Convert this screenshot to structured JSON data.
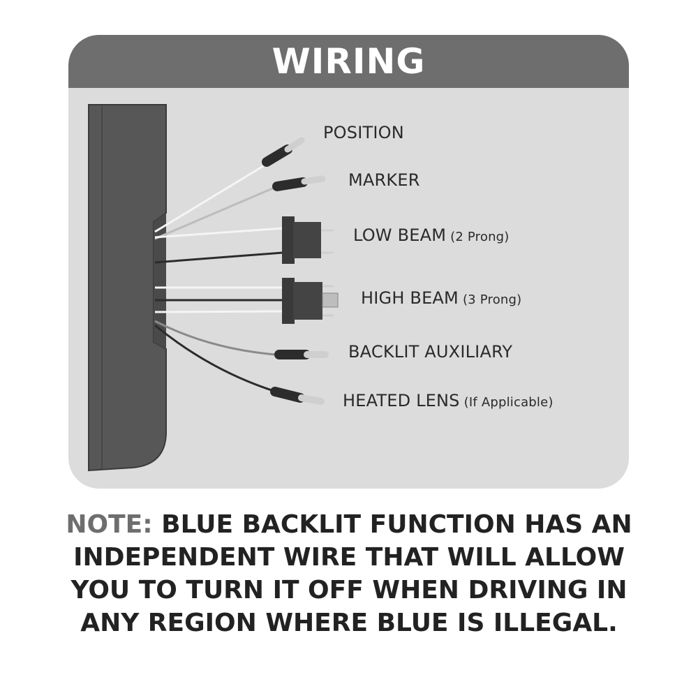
{
  "header": {
    "title": "WIRING"
  },
  "labels": {
    "position": "POSITION",
    "marker": "MARKER",
    "low_beam": "LOW BEAM",
    "low_beam_sub": "(2 Prong)",
    "high_beam": "HIGH BEAM",
    "high_beam_sub": "(3 Prong)",
    "backlit_aux": "BACKLIT AUXILIARY",
    "heated_lens": "HEATED LENS",
    "heated_lens_sub": "(If Applicable)"
  },
  "note": {
    "prefix": "NOTE:",
    "text": "BLUE BACKLIT FUNCTION HAS AN INDEPENDENT WIRE THAT WILL ALLOW YOU TO TURN IT OFF WHEN DRIVING IN ANY REGION WHERE BLUE IS ILLEGAL."
  },
  "colors": {
    "header_bg": "#6e6e6e",
    "panel_bg": "#dcdcdc",
    "housing": "#555555",
    "note_prefix": "#6e6e6e",
    "note_text": "#222222"
  }
}
